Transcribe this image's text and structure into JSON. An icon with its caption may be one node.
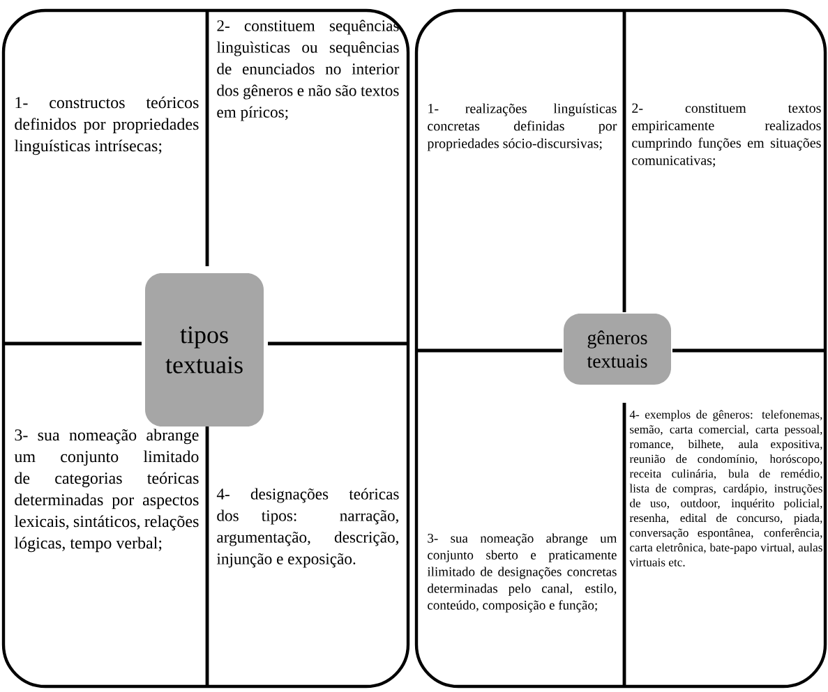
{
  "diagram": {
    "nodes": [
      {
        "text": [],
        "shape": "box"
      },
      {
        "text": [
          "1- constructos teóricos definidos por propriedades linguísticas intrísecas;"
        ],
        "in": 0
      },
      {
        "text": [
          "2- constituem sequências linguìsticas ou sequências de enunciados no interior dos gêneros e não são textos em píricos;"
        ],
        "in": 0
      },
      {
        "text": [
          "tipos textuais"
        ],
        "in": 0
      },
      {
        "text": [
          "3- sua nomeação abrange um conjunto limitado de categorias teóricas determinadas por aspectos lexicais, sintáticos, relações lógicas, tempo verbal;"
        ],
        "in": 0
      },
      {
        "text": [
          "4- designações teóricas dos tipos: narração, argumentação, descrição, injunção e exposição."
        ],
        "in": 0
      },
      {
        "text": [],
        "shape": "box"
      },
      {
        "text": [
          "1- realizações linguísticas concretas definidas por propriedades sócio-discursivas;"
        ],
        "in": 6
      },
      {
        "text": [
          "2- constituem textos empiricamente realizados cumprindo funções em situações comunicativas;"
        ],
        "in": 6
      },
      {
        "text": [
          "gêneros textuais"
        ],
        "in": 6
      },
      {
        "text": [
          "3- sua nomeação abrange um conjunto sberto e praticamente ilimitado de designações concretas determinadas pelo canal, estilo, conteúdo, composição e função;"
        ],
        "in": 6
      },
      {
        "text": [
          "4- exemplos de gêneros: telefonemas, semão, carta comercial, carta pessoal, romance, bilhete, aula expositiva, reunião de condomínio, horóscopo, receita culinária, bula de remédio, lista de compras, cardápio, instruções de uso, outdoor, inquérito policial, resenha, edital de concurso, piada, conversação espontânea, conferência, carta eletrônica, bate-papo virtual, aulas virtuais etc."
        ],
        "in": 6
      }
    ]
  }
}
